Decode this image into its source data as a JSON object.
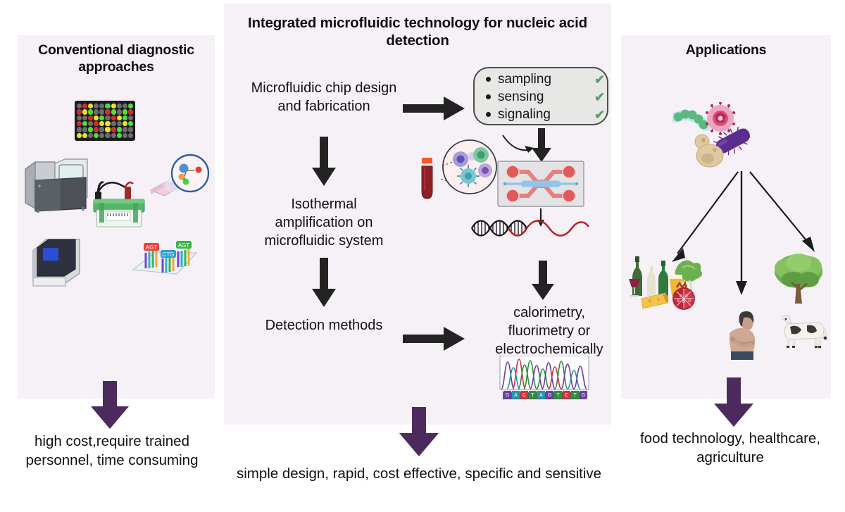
{
  "figure": {
    "type": "diagram",
    "background": "#ffffff",
    "panel_background": "#f6f1f7",
    "accent_purple": "#4d2a5e",
    "arrow_black": "#232323",
    "check_green": "#5aa06f"
  },
  "panels": {
    "left": {
      "title": "Conventional diagnostic approaches",
      "outcome": "high cost,require trained personnel, time consuming",
      "art": [
        "microplate-array",
        "benchtop-sequencer",
        "gel-electrophoresis-tank",
        "microplate-reader-lens",
        "real-time-pcr-machine",
        "dna-chip-array"
      ]
    },
    "center": {
      "title": "Integrated microfluidic technology for nucleic acid detection",
      "steps": {
        "chip": "Microfluidic chip design and fabrication",
        "isothermal": "Isothermal amplification on microfluidic system",
        "detection": "Detection methods",
        "readout": "calorimetry, fluorimetry or electrochemically"
      },
      "pill": {
        "items": [
          {
            "label": "sampling",
            "check": "✔"
          },
          {
            "label": "sensing",
            "check": "✔"
          },
          {
            "label": "signaling",
            "check": "✔"
          }
        ]
      },
      "art": [
        "blood-collection-tube",
        "magnified-cells-circle",
        "microfluidic-chip",
        "dna-double-helix",
        "sanger-chromatogram"
      ],
      "chromatogram_sequence": "GACTAGTCTG",
      "outcome": "simple design, rapid, cost effective, specific and sensitive"
    },
    "right": {
      "title": "Applications",
      "outcome": "food technology, healthcare, agriculture",
      "art": [
        "bacteria-chain",
        "virus-particle",
        "rod-bacterium",
        "yeast-cell",
        "food-and-beverages",
        "person-with-stomach-pain",
        "tree",
        "cow"
      ]
    }
  },
  "chart_data": {
    "type": "line",
    "title": "Sanger sequencing chromatogram",
    "bases": [
      "G",
      "A",
      "C",
      "T",
      "A",
      "G",
      "T",
      "C",
      "T",
      "G"
    ],
    "base_colors": {
      "G": "#6b3fa0",
      "A": "#2196ae",
      "C": "#d2333c",
      "T": "#2f8f3e"
    },
    "peak_heights": [
      0.88,
      0.72,
      0.95,
      0.8,
      0.92,
      0.78,
      0.7,
      0.85,
      0.9,
      0.66
    ],
    "grid": false,
    "legend": "none"
  }
}
